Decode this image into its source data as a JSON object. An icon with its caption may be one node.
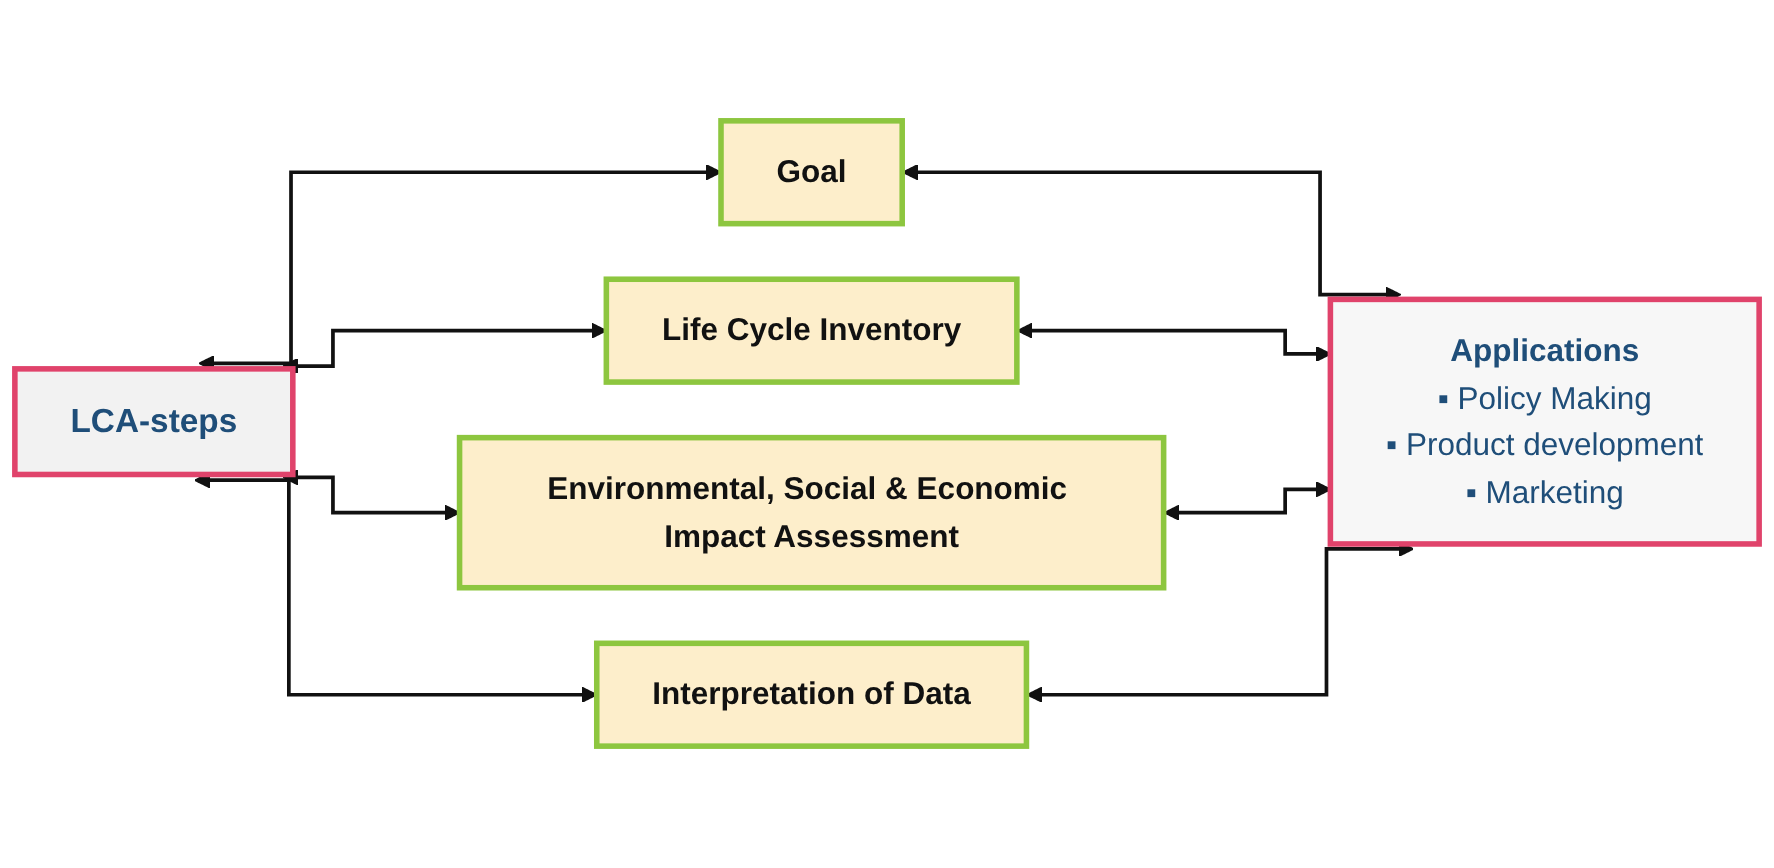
{
  "diagram": {
    "nodes": [
      {
        "text": [
          "LCA-steps"
        ]
      },
      {
        "text": [
          "Goal"
        ]
      },
      {
        "text": [
          "Life Cycle Inventory"
        ]
      },
      {
        "text": [
          "Environmental, Social & Economic Impact Assessment"
        ]
      },
      {
        "text": [
          "Interpretation of Data"
        ]
      },
      {
        "text": [
          "Applications",
          "▪ Policy Making",
          "▪ Product development",
          "▪ Marketing"
        ]
      }
    ],
    "edges": [
      {
        "from": 0,
        "to": 1,
        "arrow": "both"
      },
      {
        "from": 0,
        "to": 2,
        "arrow": "both"
      },
      {
        "from": 0,
        "to": 3,
        "arrow": "both"
      },
      {
        "from": 0,
        "to": 4,
        "arrow": "both"
      },
      {
        "from": 1,
        "to": 5,
        "arrow": "both"
      },
      {
        "from": 2,
        "to": 5,
        "arrow": "both"
      },
      {
        "from": 3,
        "to": 5,
        "arrow": "both"
      },
      {
        "from": 4,
        "to": 5,
        "arrow": "both"
      }
    ]
  }
}
